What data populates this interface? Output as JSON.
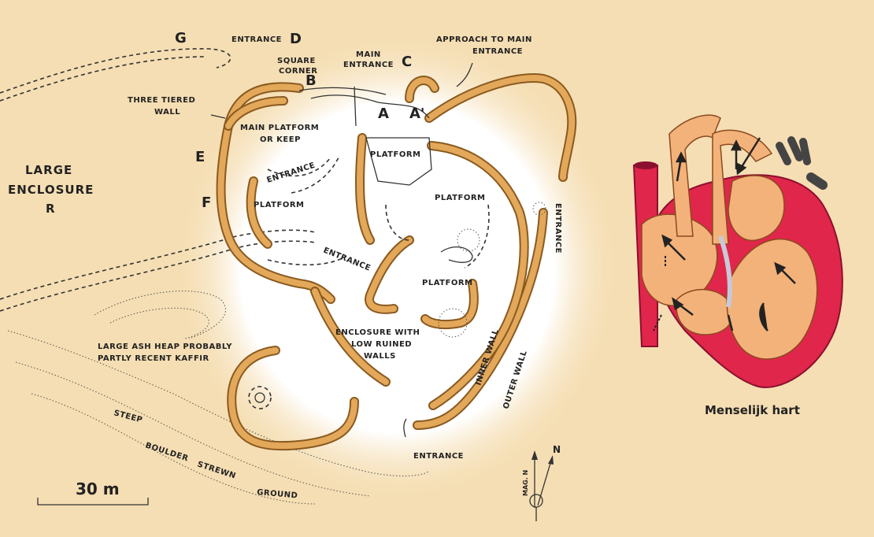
{
  "labels": {
    "large_enclosure_1": "LARGE",
    "large_enclosure_2": "ENCLOSURE",
    "large_enclosure_3": "R",
    "g": "G",
    "entrance_d": "ENTRANCE",
    "d": "D",
    "square_corner_1": "SQUARE",
    "square_corner_2": "CORNER",
    "b": "B",
    "main_entrance_1": "MAIN",
    "main_entrance_2": "ENTRANCE",
    "c": "C",
    "approach_1": "APPROACH TO MAIN",
    "approach_2": "ENTRANCE",
    "three_tiered_1": "THREE TIERED",
    "three_tiered_2": "WALL",
    "a": "A",
    "a_prime": "A'",
    "main_platform_1": "MAIN PLATFORM",
    "main_platform_2": "OR KEEP",
    "e": "E",
    "f": "F",
    "entrance_inner": "ENTRANCE",
    "platform_1": "PLATFORM",
    "platform_2": "PLATFORM",
    "platform_3": "PLATFORM",
    "platform_4": "PLATFORM",
    "entrance_mid": "ENTRANCE",
    "entrance_right": "ENTRANCE",
    "enclosure_low_1": "ENCLOSURE WITH",
    "enclosure_low_2": "LOW RUINED",
    "enclosure_low_3": "WALLS",
    "ash_heap_1": "LARGE ASH HEAP PROBABLY",
    "ash_heap_2": "PARTLY RECENT KAFFIR",
    "inner_wall": "INNER WALL",
    "outer_wall": "OUTER WALL",
    "steep": "STEEP",
    "boulder": "BOULDER",
    "strewn": "STREWN",
    "ground": "GROUND",
    "entrance_bottom": "ENTRANCE",
    "scale": "30 m",
    "mag_n": "MAG. N",
    "north": "N",
    "heart_caption": "Menselijk hart"
  },
  "colors": {
    "background": "#f5deb3",
    "wall_outline": "#8a5a20",
    "wall_fill": "#e3a85a",
    "heart_red": "#e0264a",
    "heart_tissue": "#f2b27a",
    "vessel_dark": "#444444"
  }
}
